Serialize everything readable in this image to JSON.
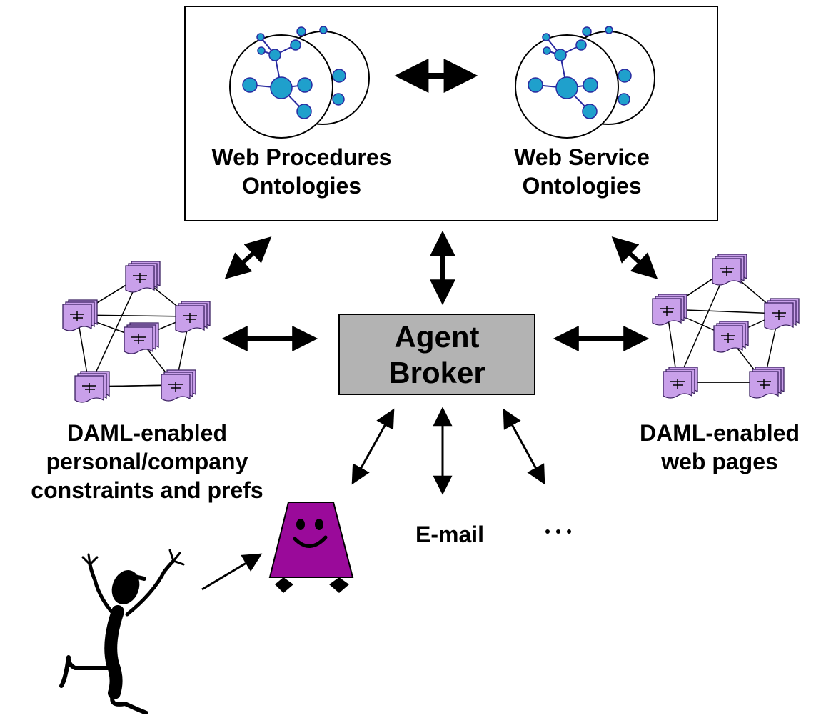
{
  "labels": {
    "web_procedures_ontologies": [
      "Web Procedures",
      "Ontologies"
    ],
    "web_service_ontologies": [
      "Web Service",
      "Ontologies"
    ],
    "agent_broker": [
      "Agent",
      "Broker"
    ],
    "daml_personal": [
      "DAML-enabled",
      "personal/company",
      "constraints and prefs"
    ],
    "daml_web_pages": [
      "DAML-enabled",
      "web pages"
    ],
    "email": "E-mail",
    "ellipsis": "…"
  },
  "colors": {
    "ontology_node": "#1fa0cc",
    "ontology_edge": "#2a2aa0",
    "document_fill": "#c9a0ea",
    "document_border": "#3a2060",
    "agent_fill": "#9a0a9a",
    "broker_fill": "#b3b3b3",
    "figure": "#000000"
  },
  "icons": {
    "ontology_cluster": "ontology-graph-icon",
    "document_stack": "document-stack-icon",
    "agent": "agent-character-icon",
    "user": "dancing-person-icon"
  }
}
